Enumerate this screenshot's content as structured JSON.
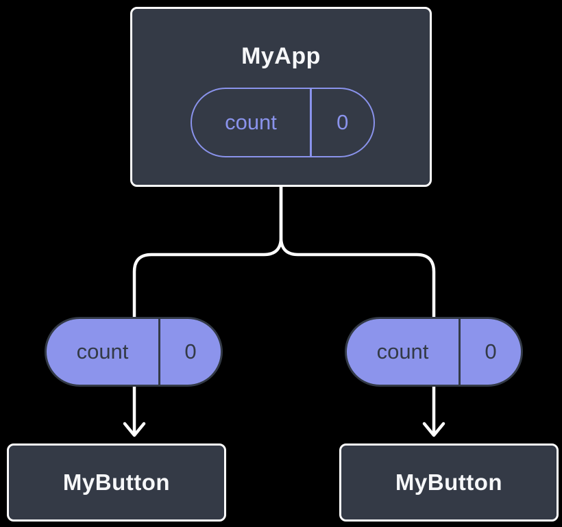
{
  "colors": {
    "background": "#000000",
    "node_fill": "#343a46",
    "node_border": "#ffffff",
    "node_text": "#f6f7f9",
    "accent": "#8a93ec",
    "pill_fill": "#8c94ec",
    "pill_border": "#333a46",
    "pill_text": "#333a46",
    "connector": "#ffffff"
  },
  "diagram": {
    "root": {
      "label": "MyApp",
      "state": {
        "key": "count",
        "value": "0"
      }
    },
    "branches": [
      {
        "prop": {
          "key": "count",
          "value": "0"
        },
        "child": {
          "label": "MyButton"
        }
      },
      {
        "prop": {
          "key": "count",
          "value": "0"
        },
        "child": {
          "label": "MyButton"
        }
      }
    ]
  }
}
